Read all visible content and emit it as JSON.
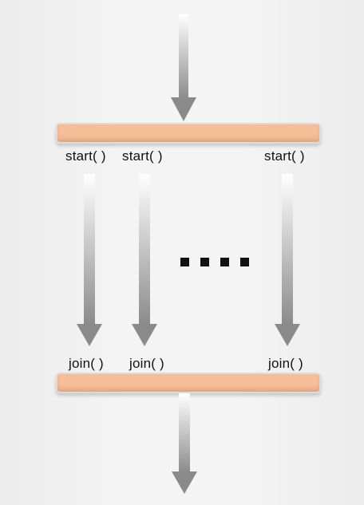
{
  "diagram": {
    "bar_color": "#f4be98",
    "arrow_color": "#8a8a8a",
    "start_labels": [
      "start( )",
      "start( )",
      "start( )"
    ],
    "join_labels": [
      "join( )",
      "join( )",
      "join( )"
    ],
    "ellipsis_icon": "ellipsis-dots-icon"
  }
}
